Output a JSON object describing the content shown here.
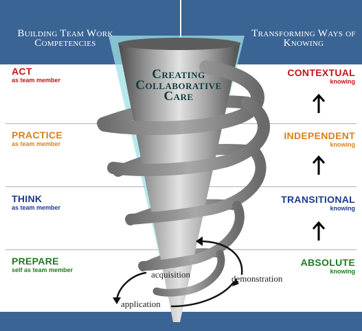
{
  "header": {
    "left": "Building Team Work Competencies",
    "right": "Transforming Ways of Knowing"
  },
  "center_title": "Creating Collaborative Care",
  "levels_left": [
    {
      "main": "ACT",
      "sub": "as team member",
      "color": "#c4121a"
    },
    {
      "main": "PRACTICE",
      "sub": "as team member",
      "color": "#d7801d"
    },
    {
      "main": "THINK",
      "sub": "as team member",
      "color": "#1c3a8a"
    },
    {
      "main": "PREPARE",
      "sub": "self as team member",
      "color": "#1f7a1f"
    }
  ],
  "levels_right": [
    {
      "main": "CONTEXTUAL",
      "sub": "knowing",
      "color": "#c4121a"
    },
    {
      "main": "INDEPENDENT",
      "sub": "knowing",
      "color": "#d7801d"
    },
    {
      "main": "TRANSITIONAL",
      "sub": "knowing",
      "color": "#1c3a8a"
    },
    {
      "main": "ABSOLUTE",
      "sub": "knowing",
      "color": "#1f7a1f"
    }
  ],
  "cycle": {
    "acquisition": "acquisition",
    "demonstration": "demonstration",
    "application": "application"
  },
  "colors": {
    "band": "#3a6494",
    "funnel_glow": "#9fe0e6",
    "spiral": "#8a8a8a"
  },
  "icons": [
    "up-arrow-icon",
    "up-arrow-icon",
    "up-arrow-icon",
    "cycle-arrow-icon"
  ]
}
